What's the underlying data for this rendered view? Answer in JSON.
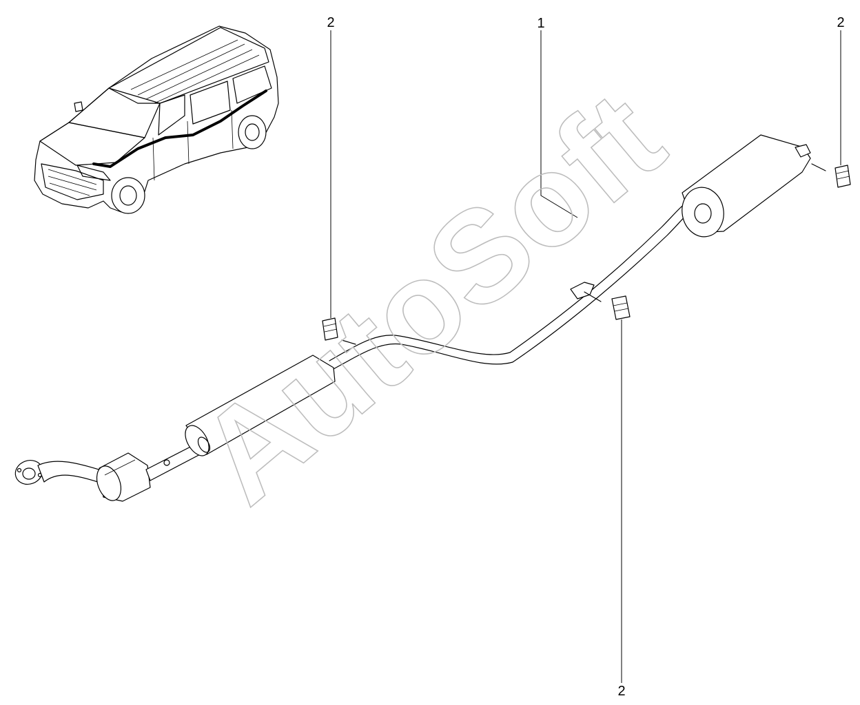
{
  "watermark": "AutoSoft",
  "callouts": {
    "top_left": "2",
    "top_middle": "1",
    "top_right": "2",
    "bottom": "2"
  },
  "colors": {
    "line": "#000000",
    "watermark_outline": "#bdbdbd",
    "background": "#ffffff"
  }
}
